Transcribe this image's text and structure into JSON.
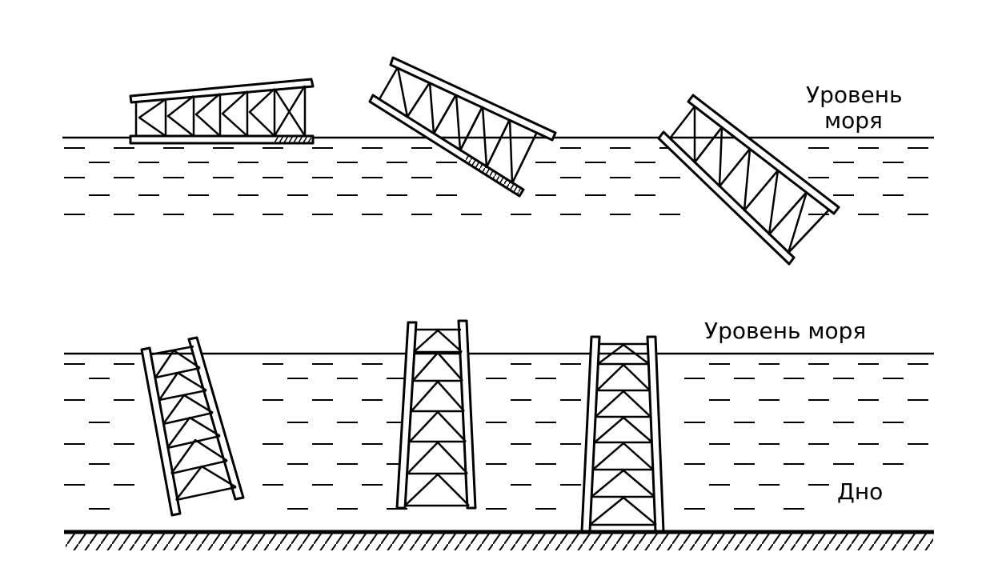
{
  "labels": {
    "sea_level_top_line1": "Уровень",
    "sea_level_top_line2": "моря",
    "sea_level_bottom": "Уровень  моря",
    "seabed": "Дно"
  },
  "colors": {
    "ink": "#000000",
    "paper": "#ffffff"
  }
}
